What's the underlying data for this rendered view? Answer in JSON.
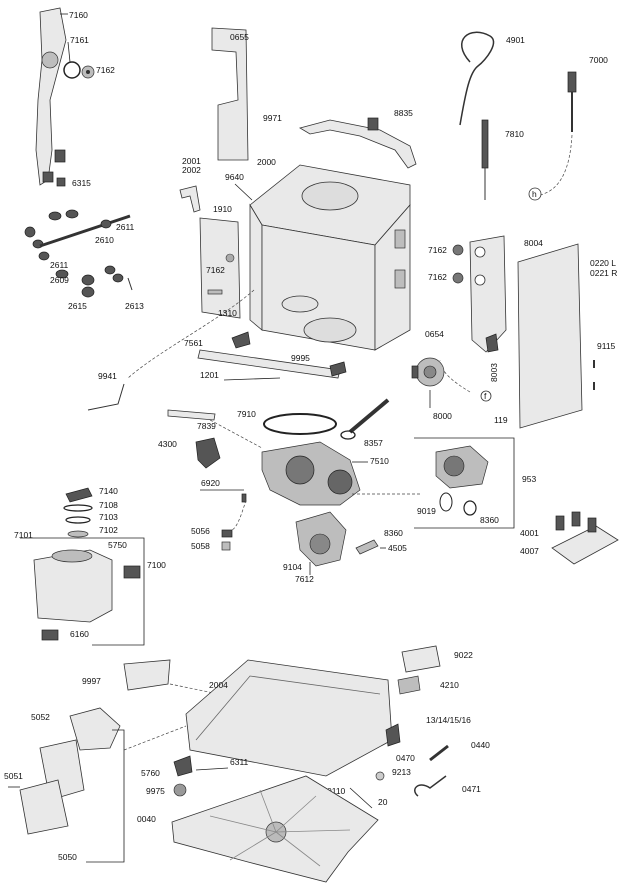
{
  "parts": {
    "p7160": "7160",
    "p7161": "7161",
    "p7162a": "7162",
    "p6315": "6315",
    "p0655": "0655",
    "p9971": "9971",
    "p8835": "8835",
    "p4901": "4901",
    "p7000": "7000",
    "p7810": "7810",
    "ph": "h",
    "p2001": "2001",
    "p2002": "2002",
    "p2000": "2000",
    "p9640": "9640",
    "p1910": "1910",
    "p7162b": "7162",
    "p1310": "1310",
    "p7561": "7561",
    "p9995": "9995",
    "p1201": "1201",
    "p9941": "9941",
    "p2611a": "2611",
    "p2610": "2610",
    "p2611b": "2611",
    "p2609": "2609",
    "p2615": "2615",
    "p2613": "2613",
    "p7162c": "7162",
    "p7162d": "7162",
    "p8004": "8004",
    "p0220": "0220 L",
    "p0221": "0221 R",
    "p0654": "0654",
    "p9115": "9115",
    "p8003": "8003",
    "p8000": "8000",
    "pf": "f",
    "p119": "119",
    "p7910": "7910",
    "p7839": "7839",
    "p8357": "8357",
    "p4300": "4300",
    "p7510": "7510",
    "p953": "953",
    "p6920": "6920",
    "p9019": "9019",
    "p8360a": "8360",
    "p8360b": "8360",
    "p5056": "5056",
    "p5058": "5058",
    "p9104": "9104",
    "p7612": "7612",
    "p4505": "4505",
    "p4001": "4001",
    "p4007": "4007",
    "p7140": "7140",
    "p7108": "7108",
    "p7103": "7103",
    "p7102": "7102",
    "p7101": "7101",
    "p5750": "5750",
    "p7100": "7100",
    "p6160": "6160",
    "p9022": "9022",
    "p4210": "4210",
    "p9997": "9997",
    "p2004": "2004",
    "p5052": "5052",
    "p13": "13/14/15/16",
    "p0470": "0470",
    "p0440": "0440",
    "p5760": "5760",
    "p6311": "6311",
    "p9213": "9213",
    "p0110": "0110",
    "p9975": "9975",
    "p5051": "5051",
    "p20": "20",
    "p0471": "0471",
    "p0040": "0040",
    "p5050": "5050"
  }
}
